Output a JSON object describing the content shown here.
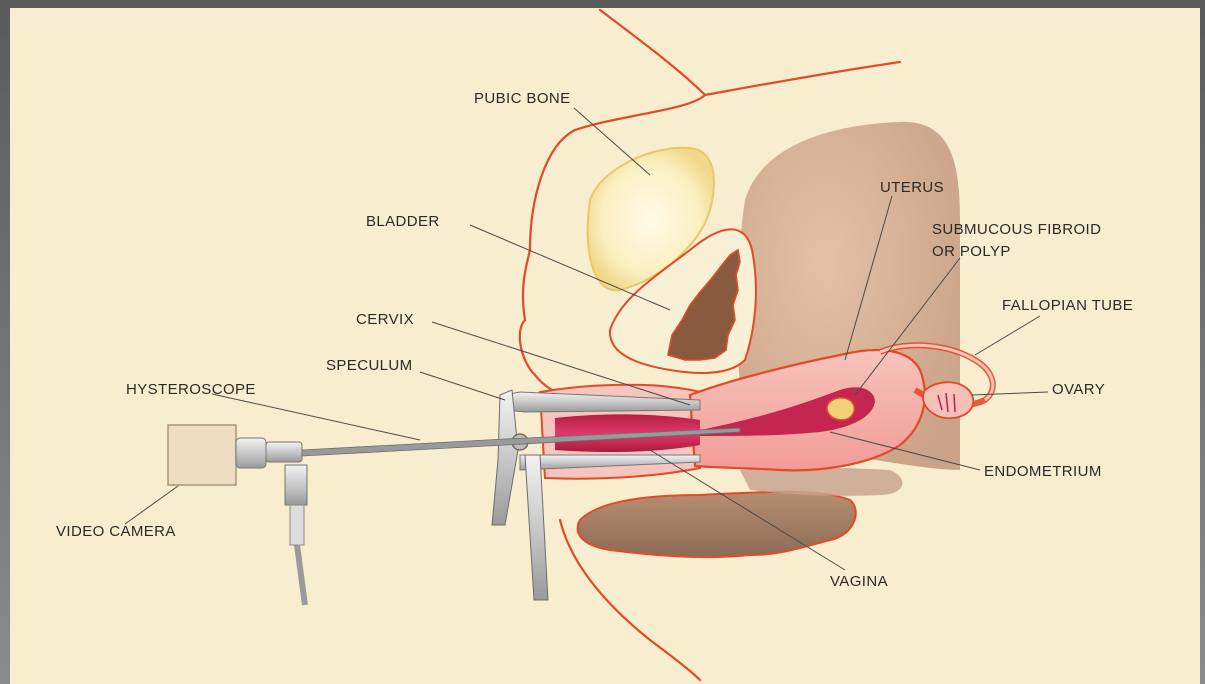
{
  "colors": {
    "background": "#f8edcf",
    "slide_frame": "#6f6f6f",
    "outline": "#e24a2a",
    "label_text": "#2a2a2a",
    "tissue_pink": "#f6b3ad",
    "tissue_dark": "#c9a58f",
    "uterine_cavity": "#c21e4c"
  },
  "labels": {
    "pubic_bone": "PUBIC BONE",
    "bladder": "BLADDER",
    "uterus": "UTERUS",
    "submucous_line1": "SUBMUCOUS FIBROID",
    "submucous_line2": "OR POLYP",
    "fallopian_tube": "FALLOPIAN TUBE",
    "cervix": "CERVIX",
    "speculum": "SPECULUM",
    "hysteroscope": "HYSTEROSCOPE",
    "ovary": "OVARY",
    "endometrium": "ENDOMETRIUM",
    "video_camera": "VIDEO CAMERA",
    "vagina": "VAGINA"
  },
  "icons": [
    "pubic-bone-shape",
    "bladder-shape",
    "uterus-shape",
    "video-camera-shape",
    "speculum-shape",
    "hysteroscope-shape"
  ]
}
